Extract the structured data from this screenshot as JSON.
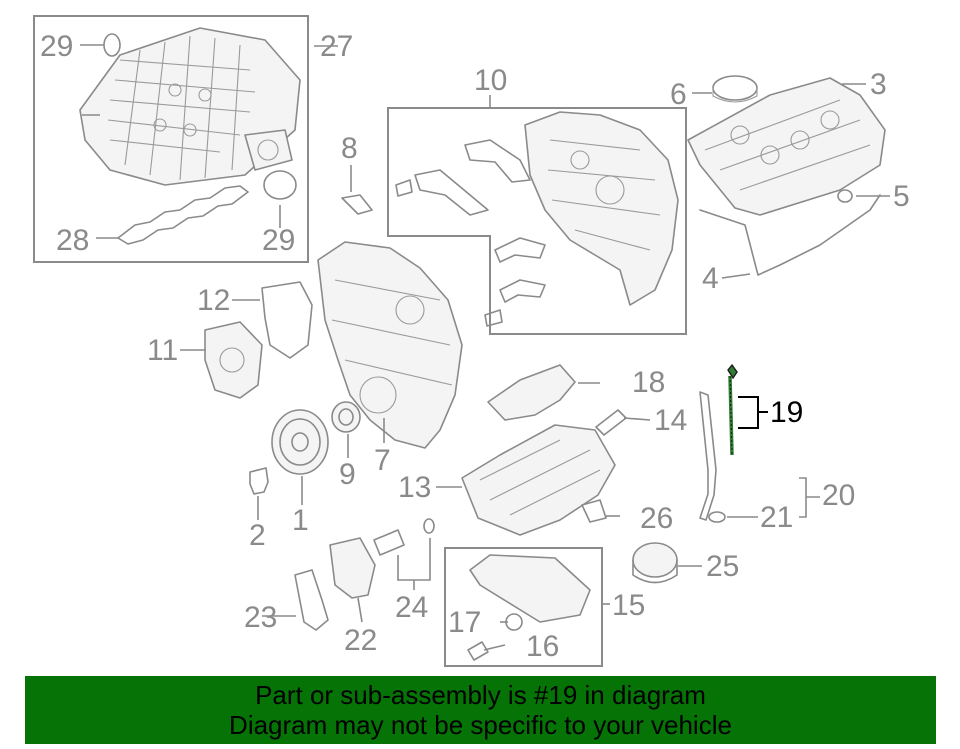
{
  "callouts": {
    "c1": "1",
    "c2": "2",
    "c3": "3",
    "c4": "4",
    "c5": "5",
    "c6": "6",
    "c7": "7",
    "c8": "8",
    "c9": "9",
    "c10": "10",
    "c11": "11",
    "c12": "12",
    "c13": "13",
    "c14": "14",
    "c15": "15",
    "c16": "16",
    "c17": "17",
    "c18": "18",
    "c19": "19",
    "c20": "20",
    "c21": "21",
    "c22": "22",
    "c23": "23",
    "c24": "24",
    "c25": "25",
    "c26": "26",
    "c27": "27",
    "c28": "28",
    "c29a": "29",
    "c29b": "29"
  },
  "highlight_color": "#2e7d32",
  "banner": {
    "line1": "Part or sub-assembly is #19 in diagram",
    "line2": "Diagram may not be specific to your vehicle",
    "color": "#067306"
  }
}
